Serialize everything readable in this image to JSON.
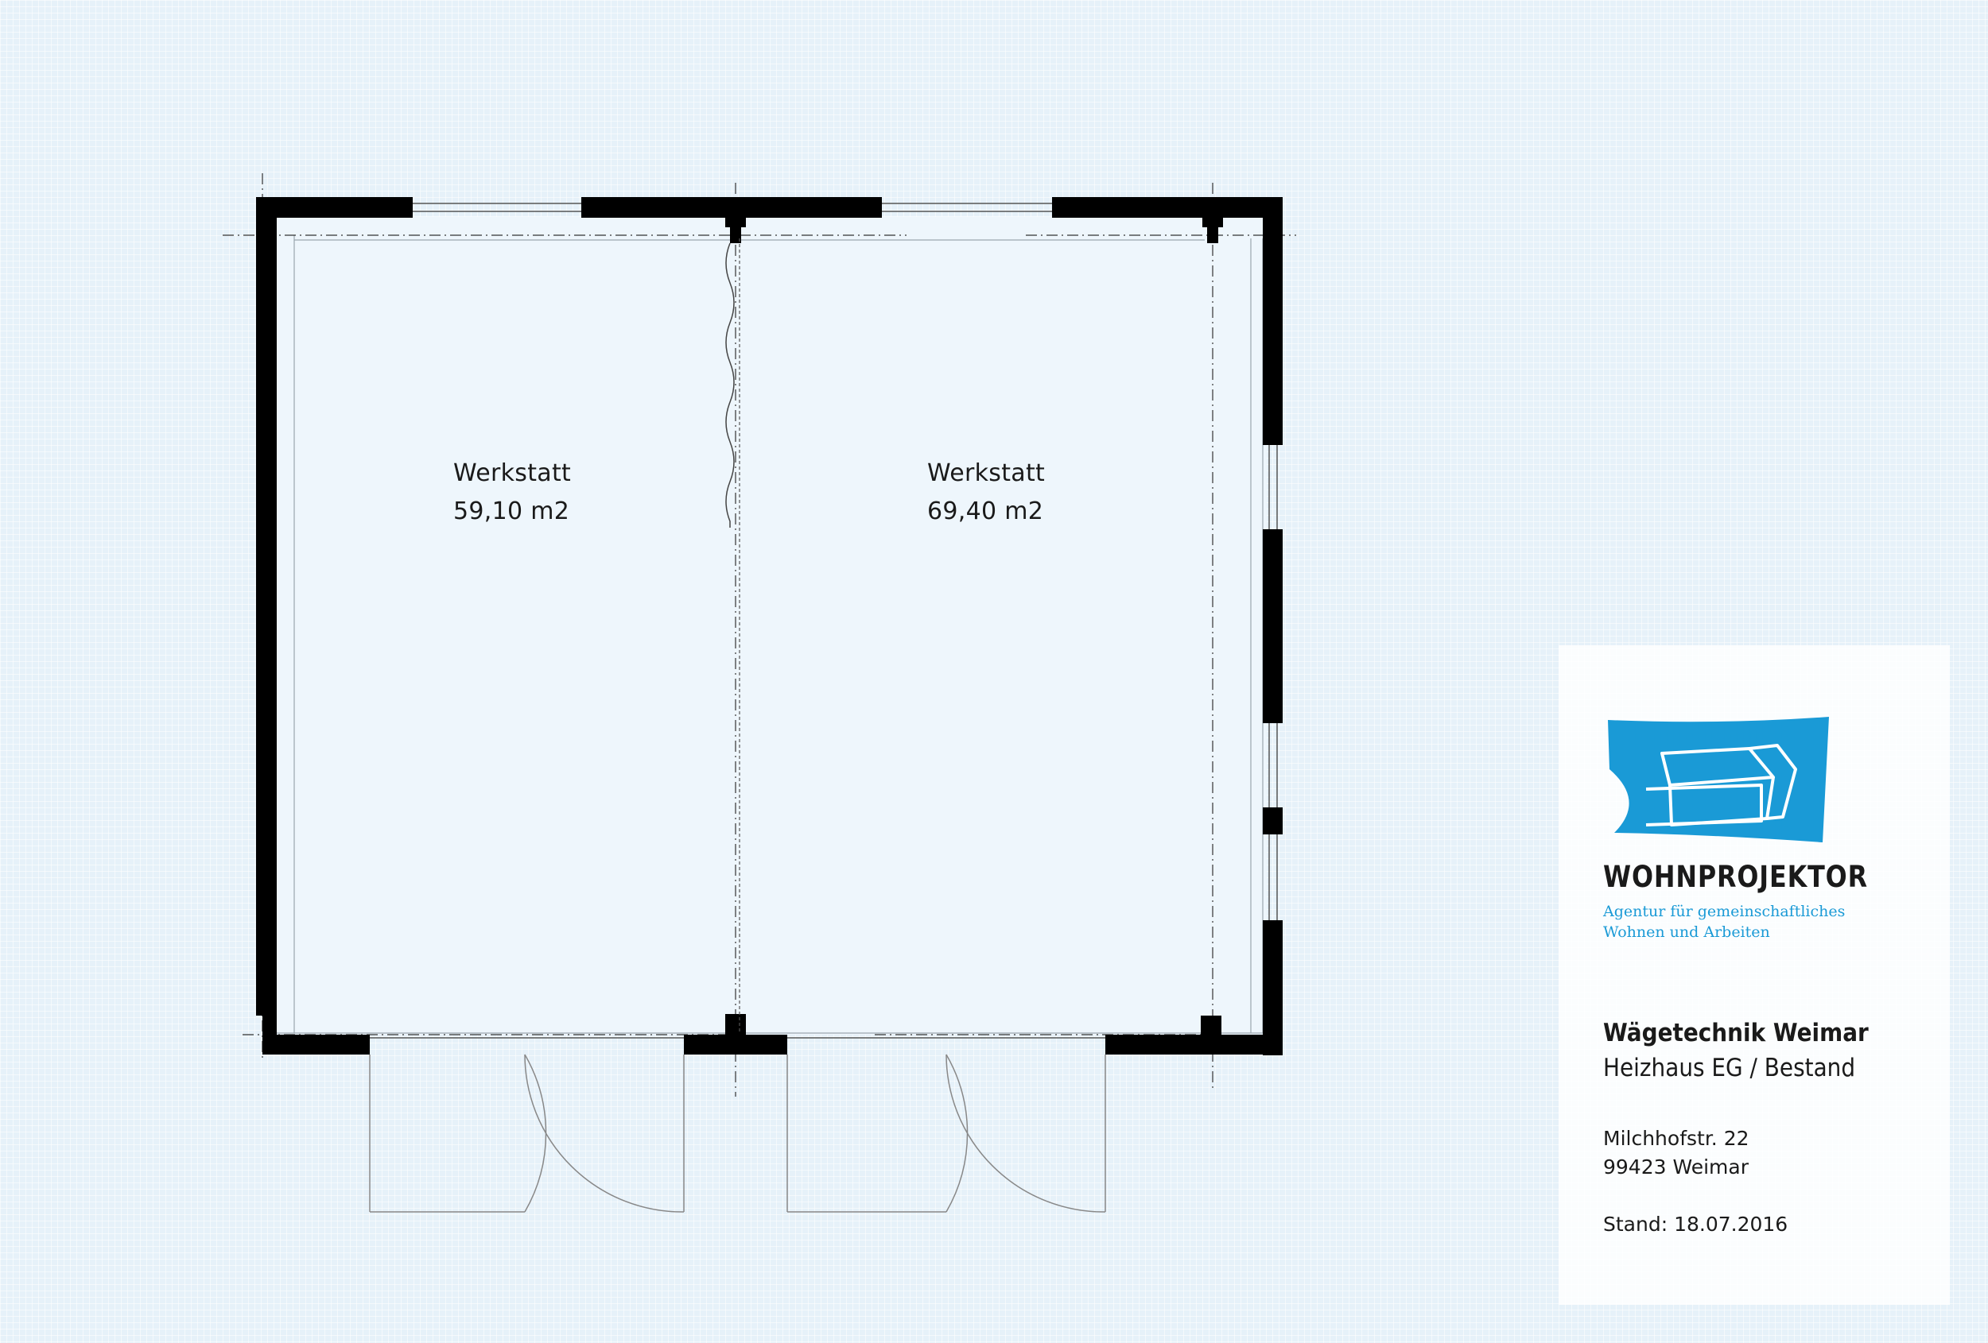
{
  "rooms": [
    {
      "name": "Werkstatt",
      "area": "59,10 m2"
    },
    {
      "name": "Werkstatt",
      "area": "69,40 m2"
    }
  ],
  "title_block": {
    "brand_name": "WOHNPROJEKTOR",
    "brand_tagline_line1": "Agentur für gemeinschaftliches",
    "brand_tagline_line2": "Wohnen und Arbeiten",
    "project_name": "Wägetechnik Weimar",
    "project_subtitle": "Heizhaus EG / Bestand",
    "address_street": "Milchhofstr. 22",
    "address_city": "99423 Weimar",
    "date": "Stand: 18.07.2016"
  },
  "colors": {
    "background": "#e6f1f9",
    "wall": "#000000",
    "logo_blue": "#1a9ad6",
    "text": "#1a1a1a"
  }
}
